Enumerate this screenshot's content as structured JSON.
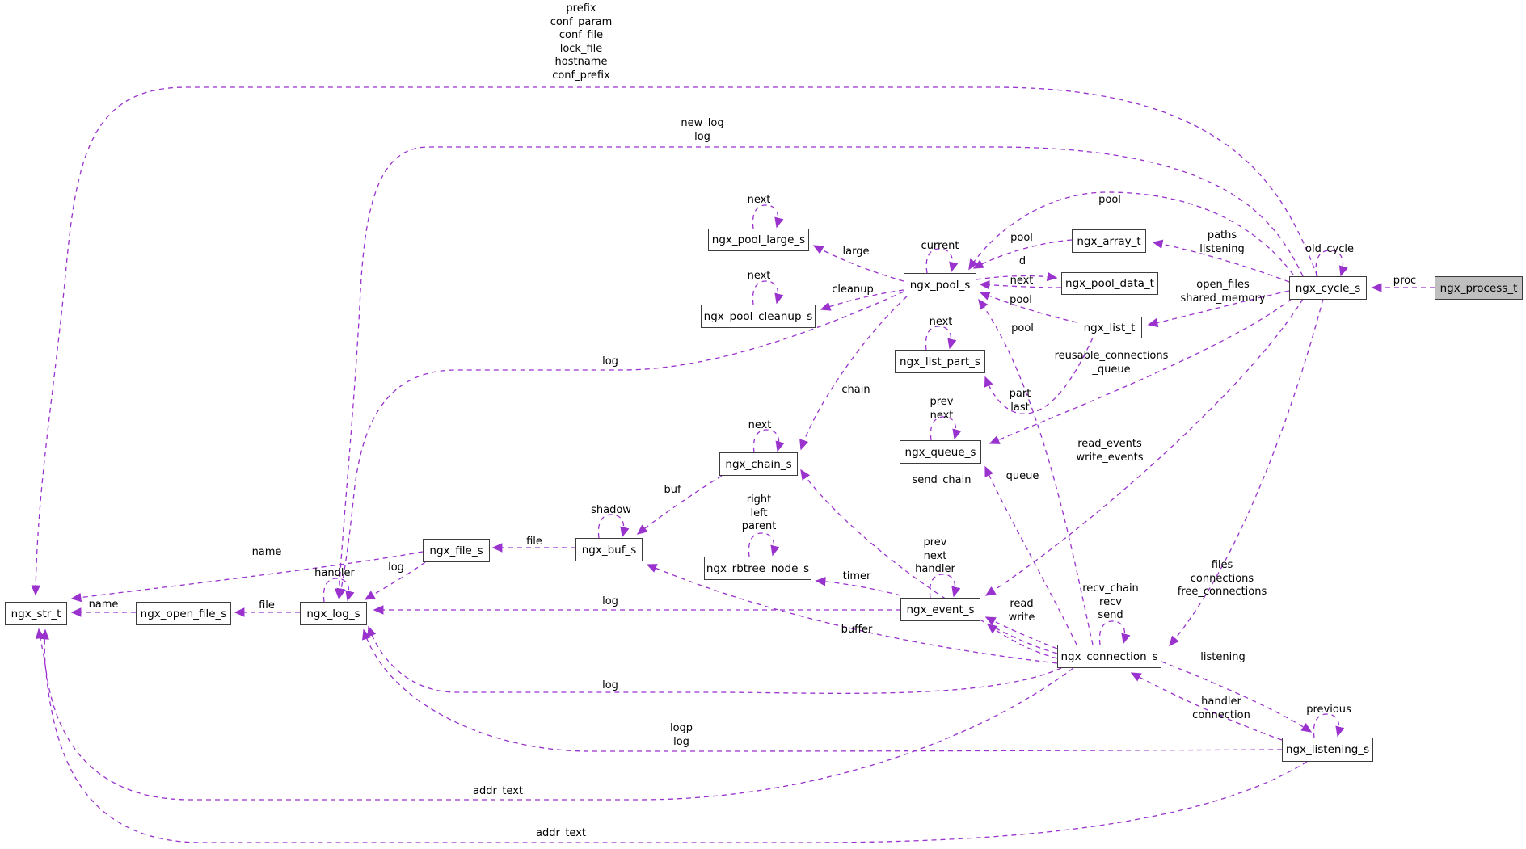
{
  "diagram": {
    "type": "collaboration-graph",
    "subject": "ngx_process_t",
    "colors": {
      "edge": "#9a32cd",
      "node_border": "#3c3c3c",
      "node_fill": "#ffffff",
      "highlight_fill": "#bfbfbf",
      "text": "#000000",
      "background": "#ffffff"
    },
    "nodes": {
      "str_t": {
        "label": "ngx_str_t"
      },
      "open_file": {
        "label": "ngx_open_file_s"
      },
      "log": {
        "label": "ngx_log_s"
      },
      "file": {
        "label": "ngx_file_s"
      },
      "buf": {
        "label": "ngx_buf_s"
      },
      "rbtree": {
        "label": "ngx_rbtree_node_s"
      },
      "chain": {
        "label": "ngx_chain_s"
      },
      "pool_large": {
        "label": "ngx_pool_large_s"
      },
      "pool_cleanup": {
        "label": "ngx_pool_cleanup_s"
      },
      "pool": {
        "label": "ngx_pool_s"
      },
      "array": {
        "label": "ngx_array_t"
      },
      "pool_data": {
        "label": "ngx_pool_data_t"
      },
      "list": {
        "label": "ngx_list_t"
      },
      "list_part": {
        "label": "ngx_list_part_s"
      },
      "queue": {
        "label": "ngx_queue_s"
      },
      "event": {
        "label": "ngx_event_s"
      },
      "conn": {
        "label": "ngx_connection_s"
      },
      "listening": {
        "label": "ngx_listening_s"
      },
      "cycle": {
        "label": "ngx_cycle_s"
      },
      "process": {
        "label": "ngx_process_t"
      }
    },
    "labels": {
      "prefix": {
        "text": "prefix\nconf_param\nconf_file\nlock_file\nhostname\nconf_prefix"
      },
      "newlog": {
        "text": "new_log\nlog"
      },
      "pool_cycle": {
        "text": "pool"
      },
      "old_cycle": {
        "text": "old_cycle"
      },
      "proc": {
        "text": "proc"
      },
      "paths": {
        "text": "paths\nlistening"
      },
      "open_files": {
        "text": "open_files\nshared_memory"
      },
      "reusable": {
        "text": "reusable_connections\n_queue"
      },
      "read_events": {
        "text": "read_events\nwrite_events"
      },
      "files": {
        "text": "files\nconnections\nfree_connections"
      },
      "current": {
        "text": "current"
      },
      "large": {
        "text": "large"
      },
      "cleanup": {
        "text": "cleanup"
      },
      "pool_array": {
        "text": "pool"
      },
      "d": {
        "text": "d"
      },
      "next_pd": {
        "text": "next"
      },
      "pool_list": {
        "text": "pool"
      },
      "pool_conn": {
        "text": "pool"
      },
      "next_large": {
        "text": "next"
      },
      "next_cleanup": {
        "text": "next"
      },
      "chain": {
        "text": "chain"
      },
      "next_chain": {
        "text": "next"
      },
      "part_last": {
        "text": "part\nlast"
      },
      "prev_next_q": {
        "text": "prev\nnext"
      },
      "next_lp": {
        "text": "next"
      },
      "send_chain": {
        "text": "send_chain"
      },
      "queue": {
        "text": "queue"
      },
      "buf": {
        "text": "buf"
      },
      "shadow": {
        "text": "shadow"
      },
      "rlp": {
        "text": "right\nleft\nparent"
      },
      "file_buf": {
        "text": "file"
      },
      "timer": {
        "text": "timer"
      },
      "pnh_event": {
        "text": "prev\nnext\nhandler"
      },
      "read_write": {
        "text": "read\nwrite"
      },
      "recv": {
        "text": "recv_chain\nrecv\nsend"
      },
      "listening": {
        "text": "listening"
      },
      "handler_conn": {
        "text": "handler\nconnection"
      },
      "previous": {
        "text": "previous"
      },
      "name_file": {
        "text": "name"
      },
      "name_of": {
        "text": "name"
      },
      "file_of": {
        "text": "file"
      },
      "handler_log": {
        "text": "handler"
      },
      "log_file": {
        "text": "log"
      },
      "log_pool": {
        "text": "log"
      },
      "log_event": {
        "text": "log"
      },
      "log_conn": {
        "text": "log"
      },
      "logp": {
        "text": "logp\nlog"
      },
      "addr1": {
        "text": "addr_text"
      },
      "addr2": {
        "text": "addr_text"
      },
      "buffer": {
        "text": "buffer"
      }
    },
    "edges": [
      {
        "from": "ngx_cycle_s",
        "to": "ngx_str_t",
        "label": "prefix conf_param conf_file lock_file hostname conf_prefix"
      },
      {
        "from": "ngx_cycle_s",
        "to": "ngx_log_s",
        "label": "new_log log"
      },
      {
        "from": "ngx_cycle_s",
        "to": "ngx_pool_s",
        "label": "pool"
      },
      {
        "from": "ngx_cycle_s",
        "to": "ngx_cycle_s",
        "label": "old_cycle"
      },
      {
        "from": "ngx_cycle_s",
        "to": "ngx_array_t",
        "label": "paths listening"
      },
      {
        "from": "ngx_cycle_s",
        "to": "ngx_list_t",
        "label": "open_files shared_memory"
      },
      {
        "from": "ngx_cycle_s",
        "to": "ngx_queue_s",
        "label": "reusable_connections_queue"
      },
      {
        "from": "ngx_cycle_s",
        "to": "ngx_event_s",
        "label": "read_events write_events"
      },
      {
        "from": "ngx_cycle_s",
        "to": "ngx_connection_s",
        "label": "files connections free_connections"
      },
      {
        "from": "ngx_process_t",
        "to": "ngx_cycle_s",
        "label": "proc"
      },
      {
        "from": "ngx_pool_s",
        "to": "ngx_pool_s",
        "label": "current"
      },
      {
        "from": "ngx_pool_s",
        "to": "ngx_pool_large_s",
        "label": "large"
      },
      {
        "from": "ngx_pool_s",
        "to": "ngx_pool_cleanup_s",
        "label": "cleanup"
      },
      {
        "from": "ngx_pool_s",
        "to": "ngx_pool_data_t",
        "label": "d"
      },
      {
        "from": "ngx_pool_s",
        "to": "ngx_chain_s",
        "label": "chain"
      },
      {
        "from": "ngx_pool_s",
        "to": "ngx_log_s",
        "label": "log"
      },
      {
        "from": "ngx_array_t",
        "to": "ngx_pool_s",
        "label": "pool"
      },
      {
        "from": "ngx_pool_data_t",
        "to": "ngx_pool_s",
        "label": "next"
      },
      {
        "from": "ngx_list_t",
        "to": "ngx_pool_s",
        "label": "pool"
      },
      {
        "from": "ngx_list_t",
        "to": "ngx_list_part_s",
        "label": "part last"
      },
      {
        "from": "ngx_list_part_s",
        "to": "ngx_list_part_s",
        "label": "next"
      },
      {
        "from": "ngx_pool_large_s",
        "to": "ngx_pool_large_s",
        "label": "next"
      },
      {
        "from": "ngx_pool_cleanup_s",
        "to": "ngx_pool_cleanup_s",
        "label": "next"
      },
      {
        "from": "ngx_queue_s",
        "to": "ngx_queue_s",
        "label": "prev next"
      },
      {
        "from": "ngx_chain_s",
        "to": "ngx_chain_s",
        "label": "next"
      },
      {
        "from": "ngx_chain_s",
        "to": "ngx_buf_s",
        "label": "buf"
      },
      {
        "from": "ngx_buf_s",
        "to": "ngx_buf_s",
        "label": "shadow"
      },
      {
        "from": "ngx_buf_s",
        "to": "ngx_file_s",
        "label": "file"
      },
      {
        "from": "ngx_file_s",
        "to": "ngx_str_t",
        "label": "name"
      },
      {
        "from": "ngx_file_s",
        "to": "ngx_log_s",
        "label": "log"
      },
      {
        "from": "ngx_rbtree_node_s",
        "to": "ngx_rbtree_node_s",
        "label": "right left parent"
      },
      {
        "from": "ngx_event_s",
        "to": "ngx_rbtree_node_s",
        "label": "timer"
      },
      {
        "from": "ngx_event_s",
        "to": "ngx_event_s",
        "label": "prev next handler"
      },
      {
        "from": "ngx_event_s",
        "to": "ngx_log_s",
        "label": "log"
      },
      {
        "from": "ngx_connection_s",
        "to": "ngx_event_s",
        "label": "read write"
      },
      {
        "from": "ngx_connection_s",
        "to": "ngx_connection_s",
        "label": "recv_chain recv send"
      },
      {
        "from": "ngx_connection_s",
        "to": "ngx_pool_s",
        "label": "pool"
      },
      {
        "from": "ngx_connection_s",
        "to": "ngx_chain_s",
        "label": "send_chain"
      },
      {
        "from": "ngx_connection_s",
        "to": "ngx_queue_s",
        "label": "queue"
      },
      {
        "from": "ngx_connection_s",
        "to": "ngx_buf_s",
        "label": "buffer"
      },
      {
        "from": "ngx_connection_s",
        "to": "ngx_log_s",
        "label": "log"
      },
      {
        "from": "ngx_connection_s",
        "to": "ngx_str_t",
        "label": "addr_text"
      },
      {
        "from": "ngx_connection_s",
        "to": "ngx_listening_s",
        "label": "listening"
      },
      {
        "from": "ngx_listening_s",
        "to": "ngx_connection_s",
        "label": "handler connection"
      },
      {
        "from": "ngx_listening_s",
        "to": "ngx_listening_s",
        "label": "previous"
      },
      {
        "from": "ngx_listening_s",
        "to": "ngx_log_s",
        "label": "logp log"
      },
      {
        "from": "ngx_listening_s",
        "to": "ngx_str_t",
        "label": "addr_text"
      },
      {
        "from": "ngx_log_s",
        "to": "ngx_log_s",
        "label": "handler"
      },
      {
        "from": "ngx_log_s",
        "to": "ngx_open_file_s",
        "label": "file"
      },
      {
        "from": "ngx_open_file_s",
        "to": "ngx_str_t",
        "label": "name"
      }
    ]
  }
}
